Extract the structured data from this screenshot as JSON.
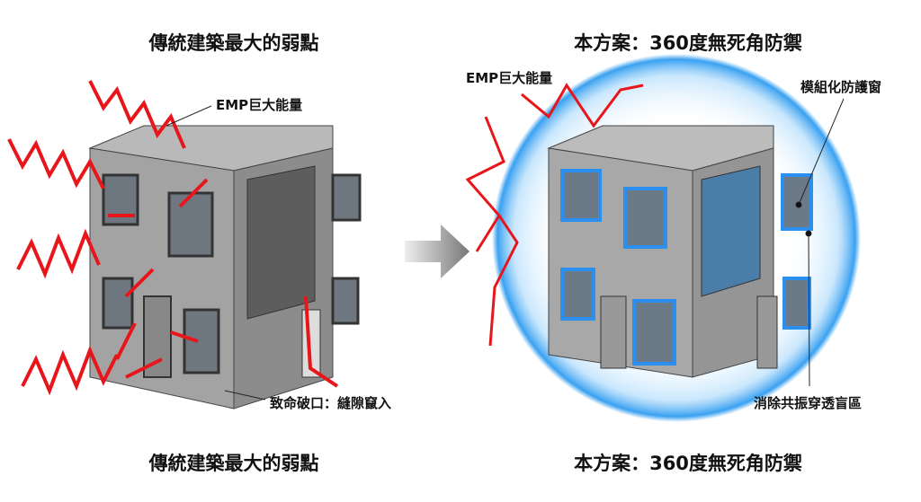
{
  "left_panel": {
    "title_top": "傳統建築最大的弱點",
    "title_bottom": "傳統建築最大的弱點",
    "label_emp": "EMP巨大能量",
    "label_breach": "致命破口：縫隙竄入"
  },
  "right_panel": {
    "title_top": "本方案：360度無死角防禦",
    "title_bottom": "本方案：360度無死角防禦",
    "label_emp": "EMP巨大能量",
    "label_window": "模組化防護窗",
    "label_resonance": "消除共振穿透盲區"
  },
  "colors": {
    "emp_red": "#e8161b",
    "shield_blue": "#3aa8f0",
    "concrete": "#9a9a9a"
  }
}
